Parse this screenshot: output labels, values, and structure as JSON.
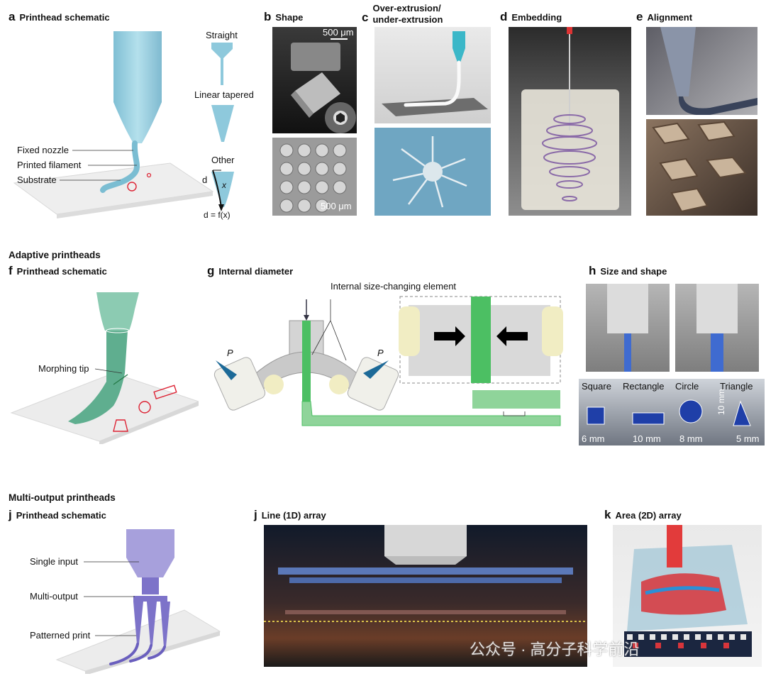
{
  "panels": {
    "a": {
      "letter": "a",
      "title": "Printhead schematic"
    },
    "b": {
      "letter": "b",
      "title": "Shape"
    },
    "c": {
      "letter": "c",
      "title_line1": "Over-extrusion/",
      "title_line2": "under-extrusion"
    },
    "d": {
      "letter": "d",
      "title": "Embedding"
    },
    "e": {
      "letter": "e",
      "title": "Alignment"
    },
    "f": {
      "letter": "f",
      "title": "Printhead schematic"
    },
    "g": {
      "letter": "g",
      "title": "Internal diameter"
    },
    "h": {
      "letter": "h",
      "title": "Size and shape"
    },
    "j1": {
      "letter": "j",
      "title": "Printhead schematic"
    },
    "j2": {
      "letter": "j",
      "title": "Line (1D) array"
    },
    "k": {
      "letter": "k",
      "title": "Area (2D) array"
    }
  },
  "sections": {
    "adaptive": "Adaptive printheads",
    "multi": "Multi-output printheads"
  },
  "labels": {
    "fixed_nozzle": "Fixed nozzle",
    "printed_filament": "Printed filament",
    "substrate": "Substrate",
    "straight": "Straight",
    "linear_tapered": "Linear tapered",
    "other": "Other",
    "d": "d",
    "x": "x",
    "d_fx": "d = f(x)",
    "scale_500_top": "500 μm",
    "scale_500_bottom": "500 μm",
    "morphing_tip": "Morphing tip",
    "internal_element": "Internal size-changing element",
    "p_left": "P",
    "p_right": "P",
    "square": "Square",
    "rectangle": "Rectangle",
    "circle": "Circle",
    "triangle": "Triangle",
    "mm6": "6 mm",
    "mm10": "10 mm",
    "mm8": "8 mm",
    "mm5": "5 mm",
    "mm10v": "10 mm",
    "single_input": "Single input",
    "multi_output": "Multi-output",
    "patterned_print": "Patterned print",
    "watermark": "公众号 · 高分子科学前沿"
  },
  "colors": {
    "nozzle_blue": "#8ec9dc",
    "adaptive_green": "#5fae8f",
    "multi_purple": "#7d73c9",
    "g_green": "#4cbf63"
  }
}
